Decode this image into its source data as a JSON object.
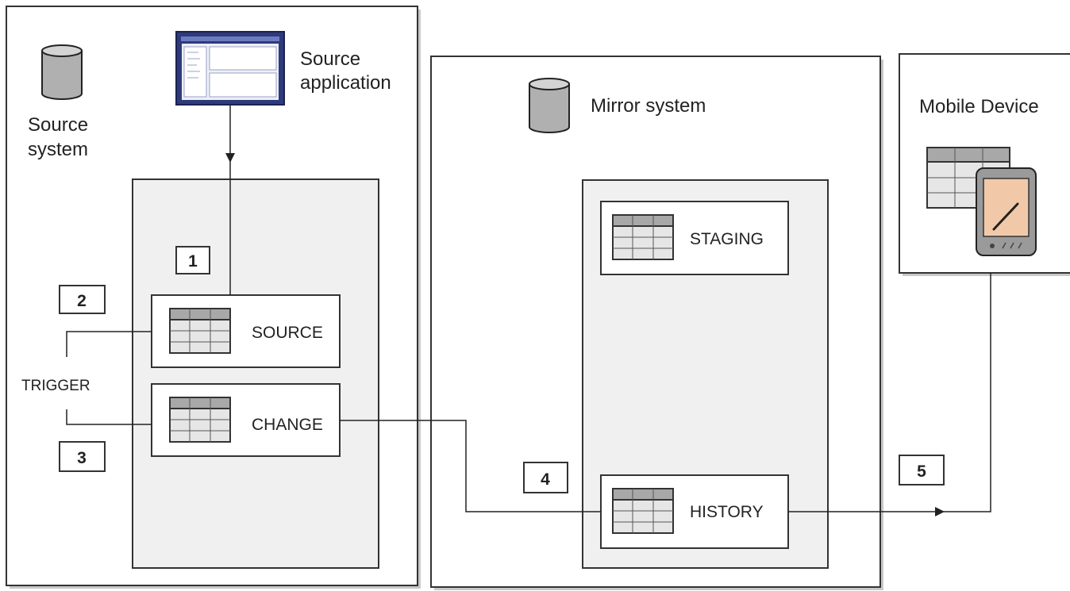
{
  "source_system": {
    "label_line1": "Source",
    "label_line2": "system",
    "app_label_line1": "Source",
    "app_label_line2": "application",
    "tables": {
      "source": "SOURCE",
      "change": "CHANGE"
    },
    "trigger_label": "TRIGGER"
  },
  "mirror_system": {
    "label": "Mirror system",
    "tables": {
      "staging": "STAGING",
      "history": "HISTORY"
    }
  },
  "mobile_device": {
    "label": "Mobile Device"
  },
  "steps": [
    "1",
    "2",
    "3",
    "4",
    "5"
  ],
  "colors": {
    "panel_bg": "#f0f0f0",
    "border": "#333333",
    "shadow": "#c8c8c8",
    "cylinder": "#b0b0b0",
    "table_header": "#a8a8a8",
    "table_body": "#e6e6e6",
    "app_window": "#2e3a7a",
    "device_screen": "#f2c9a8"
  }
}
